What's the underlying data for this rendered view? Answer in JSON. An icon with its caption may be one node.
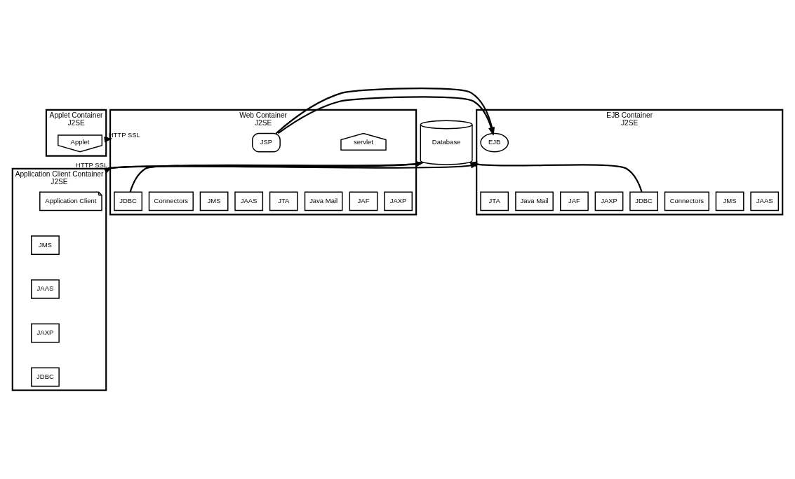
{
  "diagram": {
    "nodes": [
      {
        "text": [
          "Applet Container",
          "J2SE"
        ]
      },
      {
        "text": [
          "Applet"
        ],
        "in": 0
      },
      {
        "text": [
          "Web Container",
          "J2SE"
        ]
      },
      {
        "text": [
          "JSP"
        ],
        "in": 2
      },
      {
        "text": [
          "servlet"
        ],
        "in": 2
      },
      {
        "text": [
          "JMS"
        ],
        "in": 2
      },
      {
        "text": [
          "JAAS"
        ],
        "in": 2
      },
      {
        "text": [
          "JTA"
        ],
        "in": 2
      },
      {
        "text": [
          "Java Mail"
        ],
        "in": 2
      },
      {
        "text": [
          "JAF"
        ],
        "in": 2
      },
      {
        "text": [
          "JAXP"
        ],
        "in": 2
      },
      {
        "text": [
          "JDBC"
        ],
        "in": 2
      },
      {
        "text": [
          "Connectors"
        ],
        "in": 2
      },
      {
        "text": [
          "EJB Container",
          "J2SE"
        ]
      },
      {
        "text": [
          "EJB"
        ],
        "in": 13
      },
      {
        "text": [
          "JMS"
        ],
        "in": 13
      },
      {
        "text": [
          "JAAS"
        ],
        "in": 13
      },
      {
        "text": [
          "JTA"
        ],
        "in": 13
      },
      {
        "text": [
          "Java Mail"
        ],
        "in": 13
      },
      {
        "text": [
          "JAF"
        ],
        "in": 13
      },
      {
        "text": [
          "JAXP"
        ],
        "in": 13
      },
      {
        "text": [
          "JDBC"
        ],
        "in": 13
      },
      {
        "text": [
          "Connectors"
        ],
        "in": 13
      },
      {
        "text": [
          "Application Client Container",
          "J2SE"
        ]
      },
      {
        "text": [
          "Application Client"
        ],
        "in": 23
      },
      {
        "text": [
          "JMS"
        ],
        "in": 23
      },
      {
        "text": [
          "JAAS"
        ],
        "in": 23
      },
      {
        "text": [
          "JAXP"
        ],
        "in": 23
      },
      {
        "text": [
          "JDBC"
        ],
        "in": 23
      },
      {
        "text": [
          "Database"
        ]
      }
    ],
    "edges": [
      {
        "from": 0,
        "to": 2,
        "arrow": "to",
        "label": "HTTP SSL"
      },
      {
        "from": 23,
        "to": 2,
        "arrow": "to",
        "label": "HTTP SSL"
      },
      {
        "from": 2,
        "to": 13,
        "arrow": "to"
      },
      {
        "from": 23,
        "to": 13,
        "arrow": "to"
      },
      {
        "from": 21,
        "to": 29,
        "arrow": "to"
      },
      {
        "from": 11,
        "to": 29,
        "arrow": "to"
      },
      {
        "from": 23,
        "to": 29,
        "arrow": "to"
      }
    ]
  }
}
